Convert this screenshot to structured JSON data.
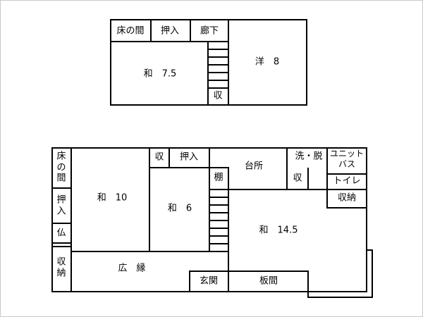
{
  "colors": {
    "line": "#000000",
    "background": "#ffffff",
    "frame": "#c8c8c8"
  },
  "upper_floor": {
    "labels": {
      "tokonoma": "床の間",
      "oshiire": "押入",
      "corridor": "廊下",
      "washitsu_7_5": "和　7.5",
      "youshitsu_8": "洋　8",
      "storage": "収"
    }
  },
  "lower_floor": {
    "labels": {
      "tokonoma": "床の間",
      "oshiire_left": "押入",
      "butsuma": "仏",
      "storage_left": "収納",
      "washitsu_10": "和　10",
      "storage_top": "収",
      "oshiire_top": "押入",
      "washitsu_6": "和　6",
      "shelf": "棚",
      "kitchen": "台所",
      "laundry": "洗・脱",
      "storage_mid": "収",
      "unit_bath": "ユニットバス",
      "toilet": "トイレ",
      "storage_right": "収納",
      "washitsu_14_5": "和　14.5",
      "hiroen": "広　縁",
      "genkan": "玄関",
      "itanoma": "板間"
    }
  }
}
